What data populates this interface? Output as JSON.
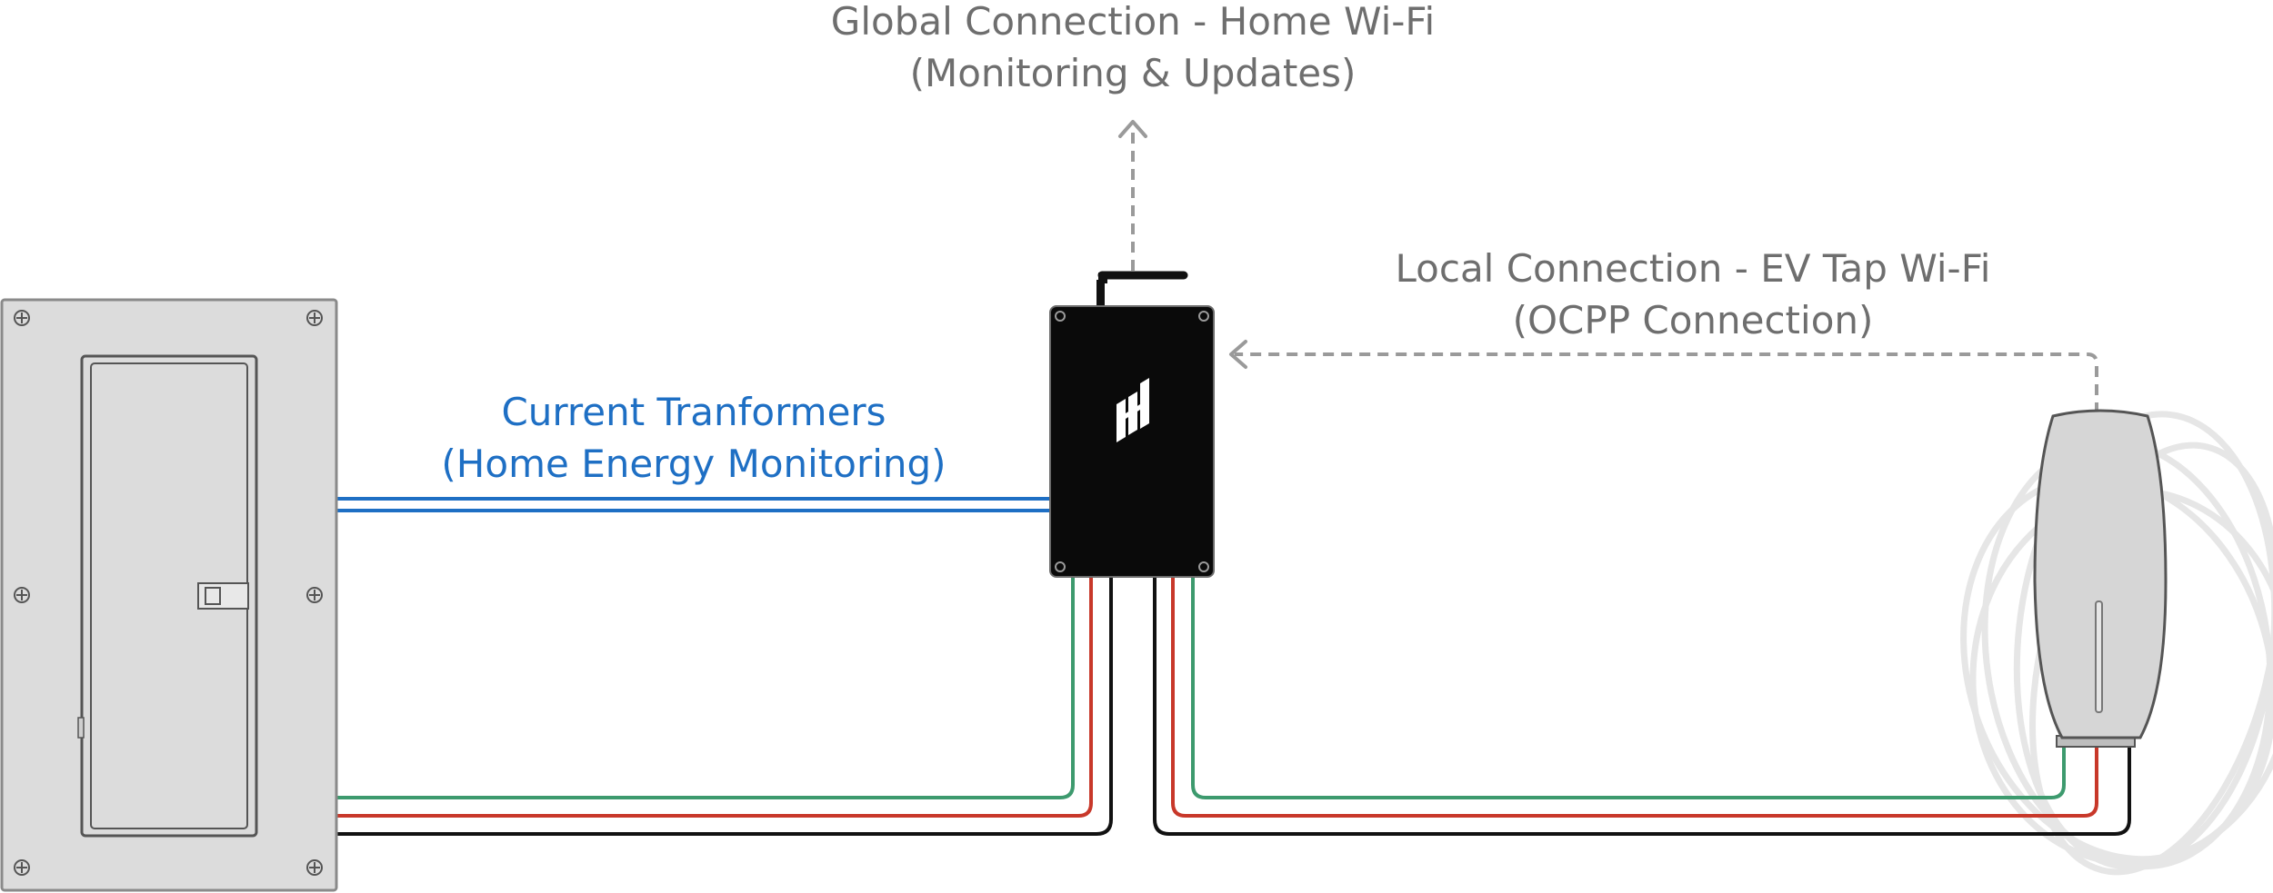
{
  "labels": {
    "global_line1": "Global Connection - Home Wi-Fi",
    "global_line2": "(Monitoring & Updates)",
    "local_line1": "Local Connection - EV Tap Wi-Fi",
    "local_line2": "(OCPP Connection)",
    "ct_line1": "Current Tranformers",
    "ct_line2": "(Home Energy Monitoring)"
  },
  "colors": {
    "connection_label": "#6e6e6e",
    "ct_label": "#1e6fc4",
    "ct_wire": "#1e6fc4",
    "wire_green": "#3d9a6e",
    "wire_red": "#c8382a",
    "wire_black": "#111111",
    "wifi_arrow": "#9a9a9a",
    "panel_fill": "#dcdcdc",
    "controller_fill": "#0a0a0a",
    "charger_fill": "#d6d6d6",
    "cable_coil": "#e6e6e6"
  },
  "components": {
    "electrical_panel": "electrical-panel",
    "controller": "monitoring-controller",
    "ev_charger": "ev-charger",
    "antenna": "antenna-icon",
    "logo": "brand-logo"
  }
}
